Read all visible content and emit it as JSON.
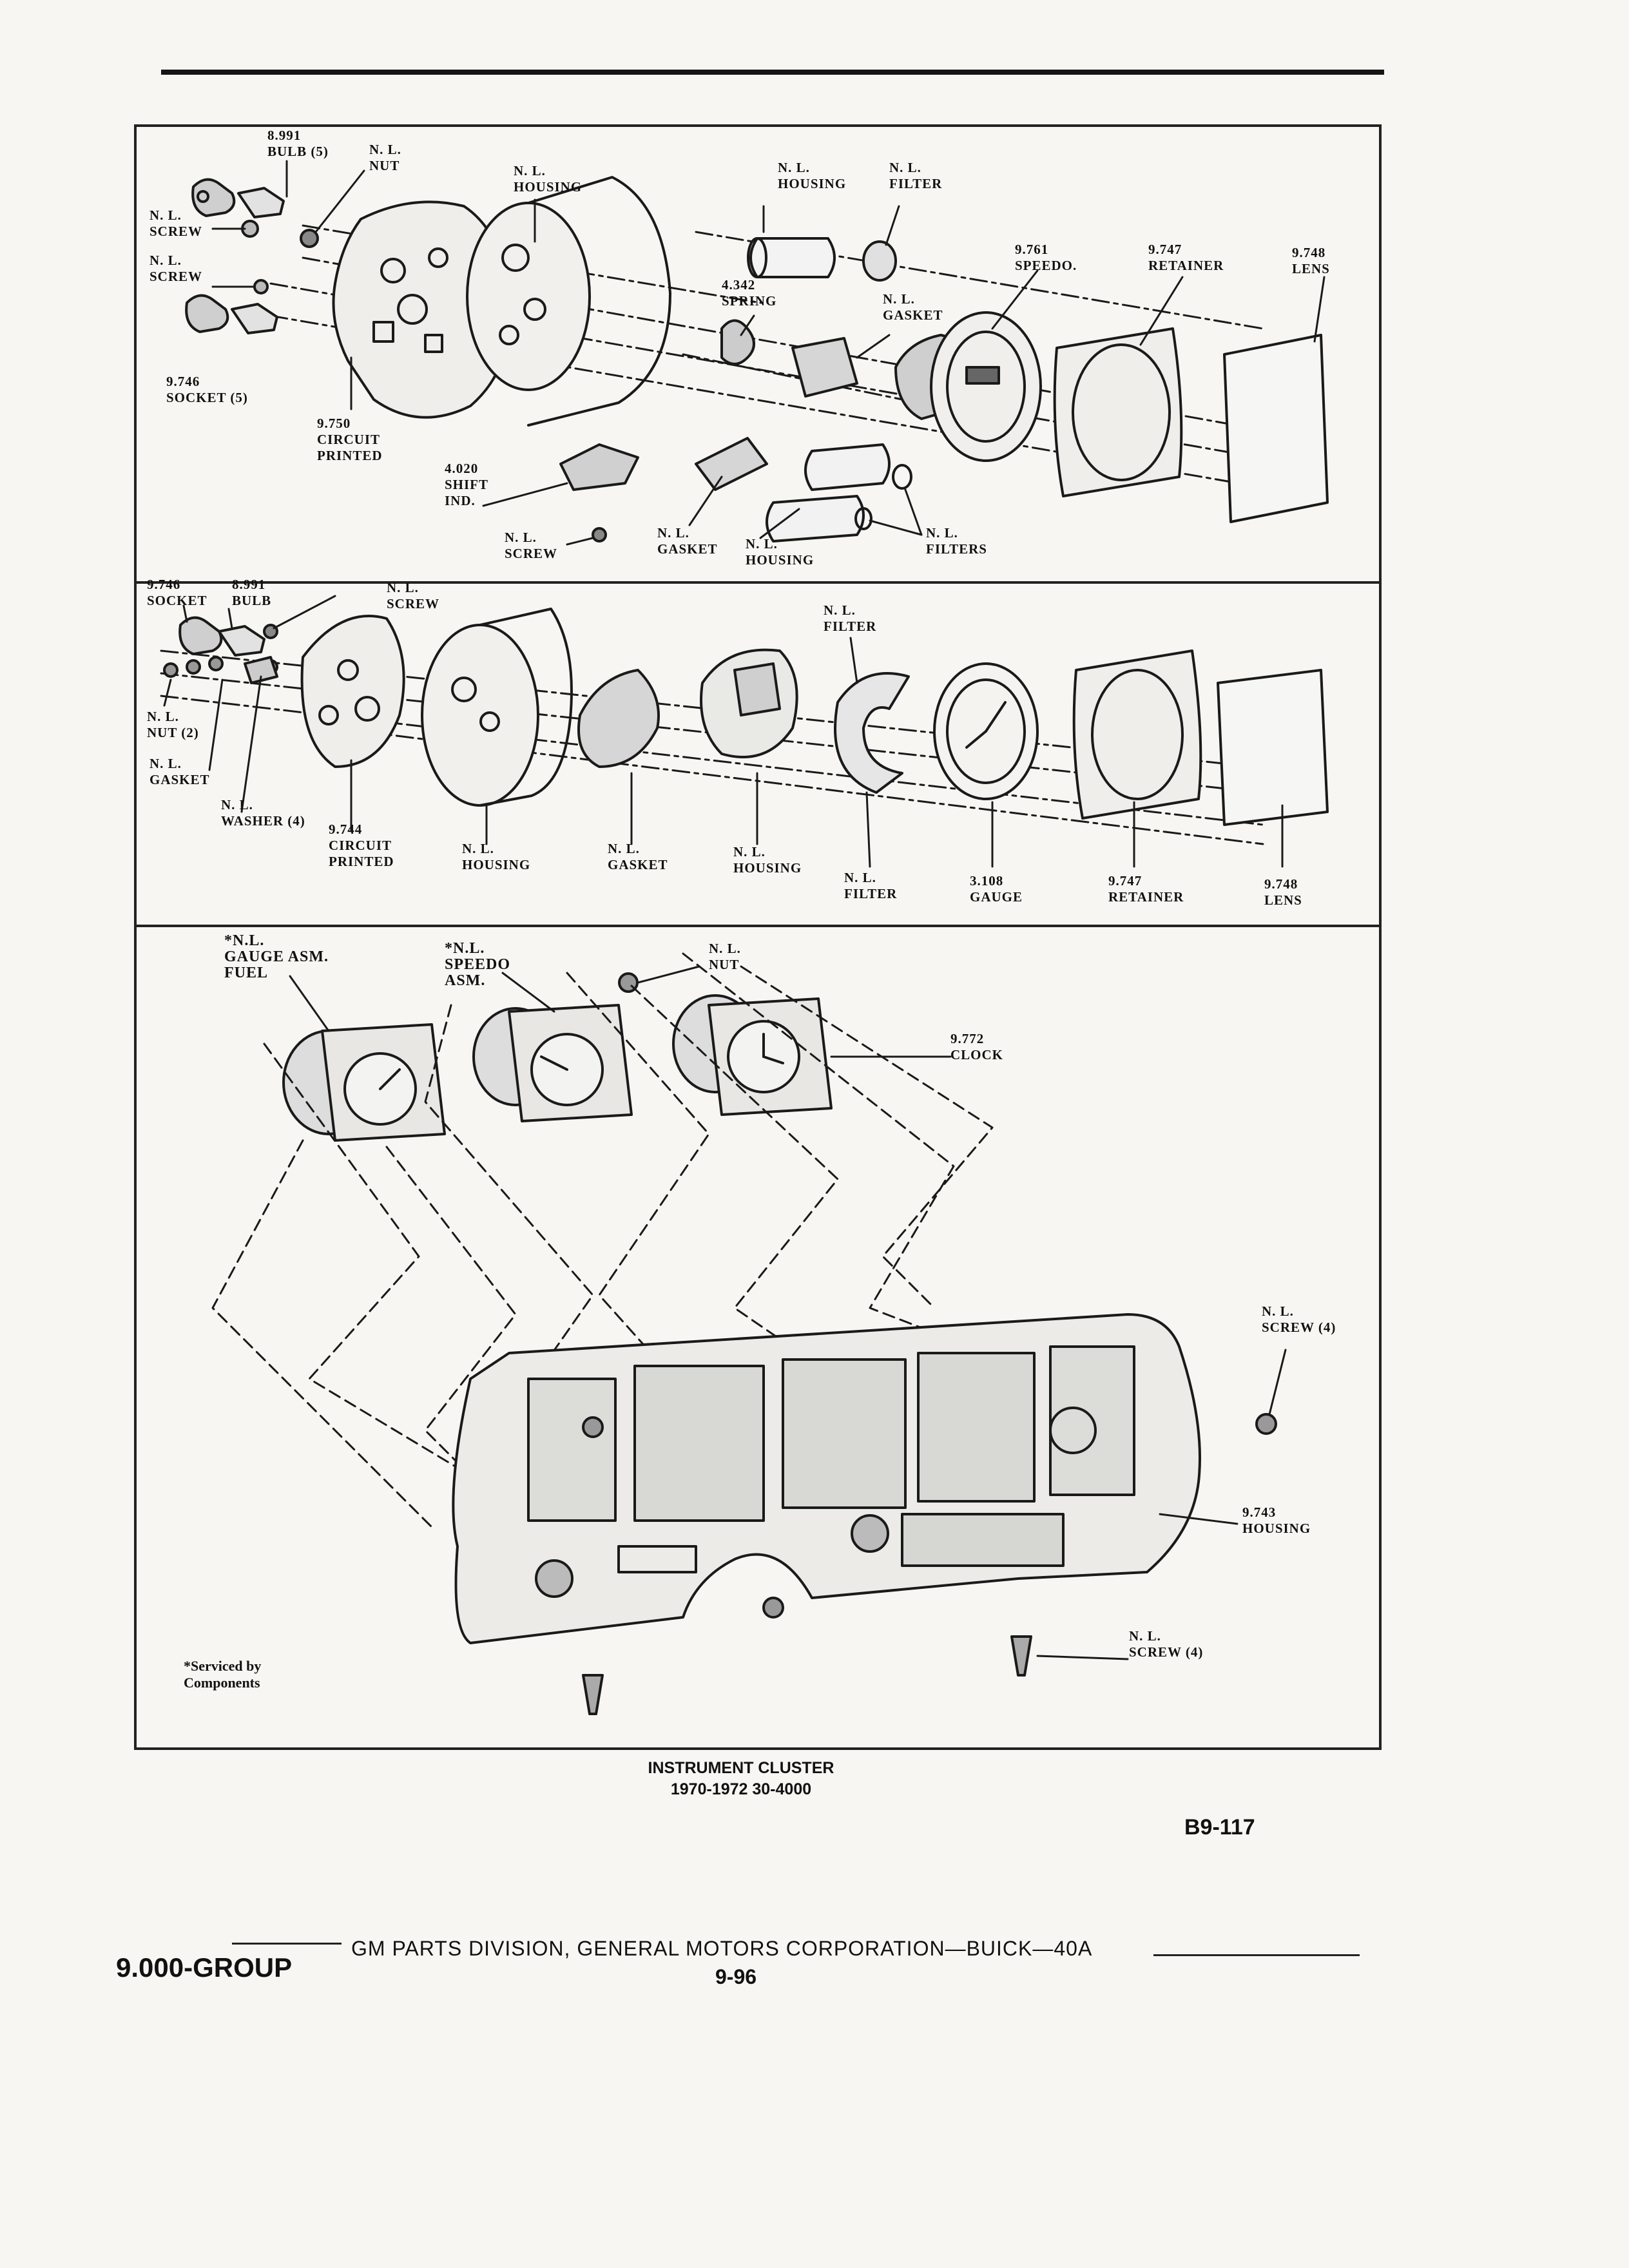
{
  "panel_top": {
    "labels": [
      {
        "id": "bulb_top",
        "text": "8.991\nBULB (5)"
      },
      {
        "id": "nut_top",
        "text": "N. L.\nNUT"
      },
      {
        "id": "screw_a",
        "text": "N. L.\nSCREW"
      },
      {
        "id": "screw_b",
        "text": "N. L.\nSCREW"
      },
      {
        "id": "socket_top",
        "text": "9.746\nSOCKET (5)"
      },
      {
        "id": "circuit_top",
        "text": "9.750\nCIRCUIT\nPRINTED"
      },
      {
        "id": "housing_a",
        "text": "N. L.\nHOUSING"
      },
      {
        "id": "housing_b",
        "text": "N. L.\nHOUSING"
      },
      {
        "id": "filter_a",
        "text": "N. L.\nFILTER"
      },
      {
        "id": "spring",
        "text": "4.342\nSPRING"
      },
      {
        "id": "gasket_a",
        "text": "N. L.\nGASKET"
      },
      {
        "id": "speedo",
        "text": "9.761\nSPEEDO."
      },
      {
        "id": "retainer_top",
        "text": "9.747\nRETAINER"
      },
      {
        "id": "lens_top",
        "text": "9.748\nLENS"
      },
      {
        "id": "shift",
        "text": "4.020\nSHIFT\nIND."
      },
      {
        "id": "screw_c",
        "text": "N. L.\nSCREW"
      },
      {
        "id": "gasket_b",
        "text": "N. L.\nGASKET"
      },
      {
        "id": "housing_c",
        "text": "N. L.\nHOUSING"
      },
      {
        "id": "filters",
        "text": "N. L.\nFILTERS"
      }
    ]
  },
  "panel_mid": {
    "labels": [
      {
        "id": "socket_mid",
        "text": "9.746\nSOCKET"
      },
      {
        "id": "bulb_mid",
        "text": "8.991\nBULB"
      },
      {
        "id": "screw_mid",
        "text": "N. L.\nSCREW"
      },
      {
        "id": "nut_mid",
        "text": "N. L.\nNUT (2)"
      },
      {
        "id": "gasket_mid_a",
        "text": "N. L.\nGASKET"
      },
      {
        "id": "washer",
        "text": "N. L.\nWASHER (4)"
      },
      {
        "id": "circuit_mid",
        "text": "9.744\nCIRCUIT\nPRINTED"
      },
      {
        "id": "housing_mid_a",
        "text": "N. L.\nHOUSING"
      },
      {
        "id": "gasket_mid_b",
        "text": "N. L.\nGASKET"
      },
      {
        "id": "housing_mid_b",
        "text": "N. L.\nHOUSING"
      },
      {
        "id": "filter_mid_a",
        "text": "N. L.\nFILTER"
      },
      {
        "id": "filter_mid_b",
        "text": "N. L.\nFILTER"
      },
      {
        "id": "gauge",
        "text": "3.108\nGAUGE"
      },
      {
        "id": "retainer_mid",
        "text": "9.747\nRETAINER"
      },
      {
        "id": "lens_mid",
        "text": "9.748\nLENS"
      }
    ]
  },
  "panel_bottom": {
    "labels": [
      {
        "id": "fuel",
        "text": "*N.L.\nGAUGE ASM.\nFUEL"
      },
      {
        "id": "speedo_asm",
        "text": "*N.L.\nSPEEDO\nASM."
      },
      {
        "id": "nut_bot",
        "text": "N. L.\nNUT"
      },
      {
        "id": "clock",
        "text": "9.772\nCLOCK"
      },
      {
        "id": "screw_r",
        "text": "N. L.\nSCREW (4)"
      },
      {
        "id": "housing_bot",
        "text": "9.743\nHOUSING"
      },
      {
        "id": "screw_b2",
        "text": "N. L.\nSCREW (4)"
      }
    ],
    "serviced_note": "*Serviced by\nComponents"
  },
  "caption": {
    "title": "INSTRUMENT CLUSTER",
    "subtitle": "1970-1972 30-4000"
  },
  "figure_number": "B9-117",
  "footer": {
    "group": "9.000-GROUP",
    "corporation": "GM PARTS DIVISION, GENERAL MOTORS CORPORATION—BUICK—40A",
    "page": "9-96"
  }
}
